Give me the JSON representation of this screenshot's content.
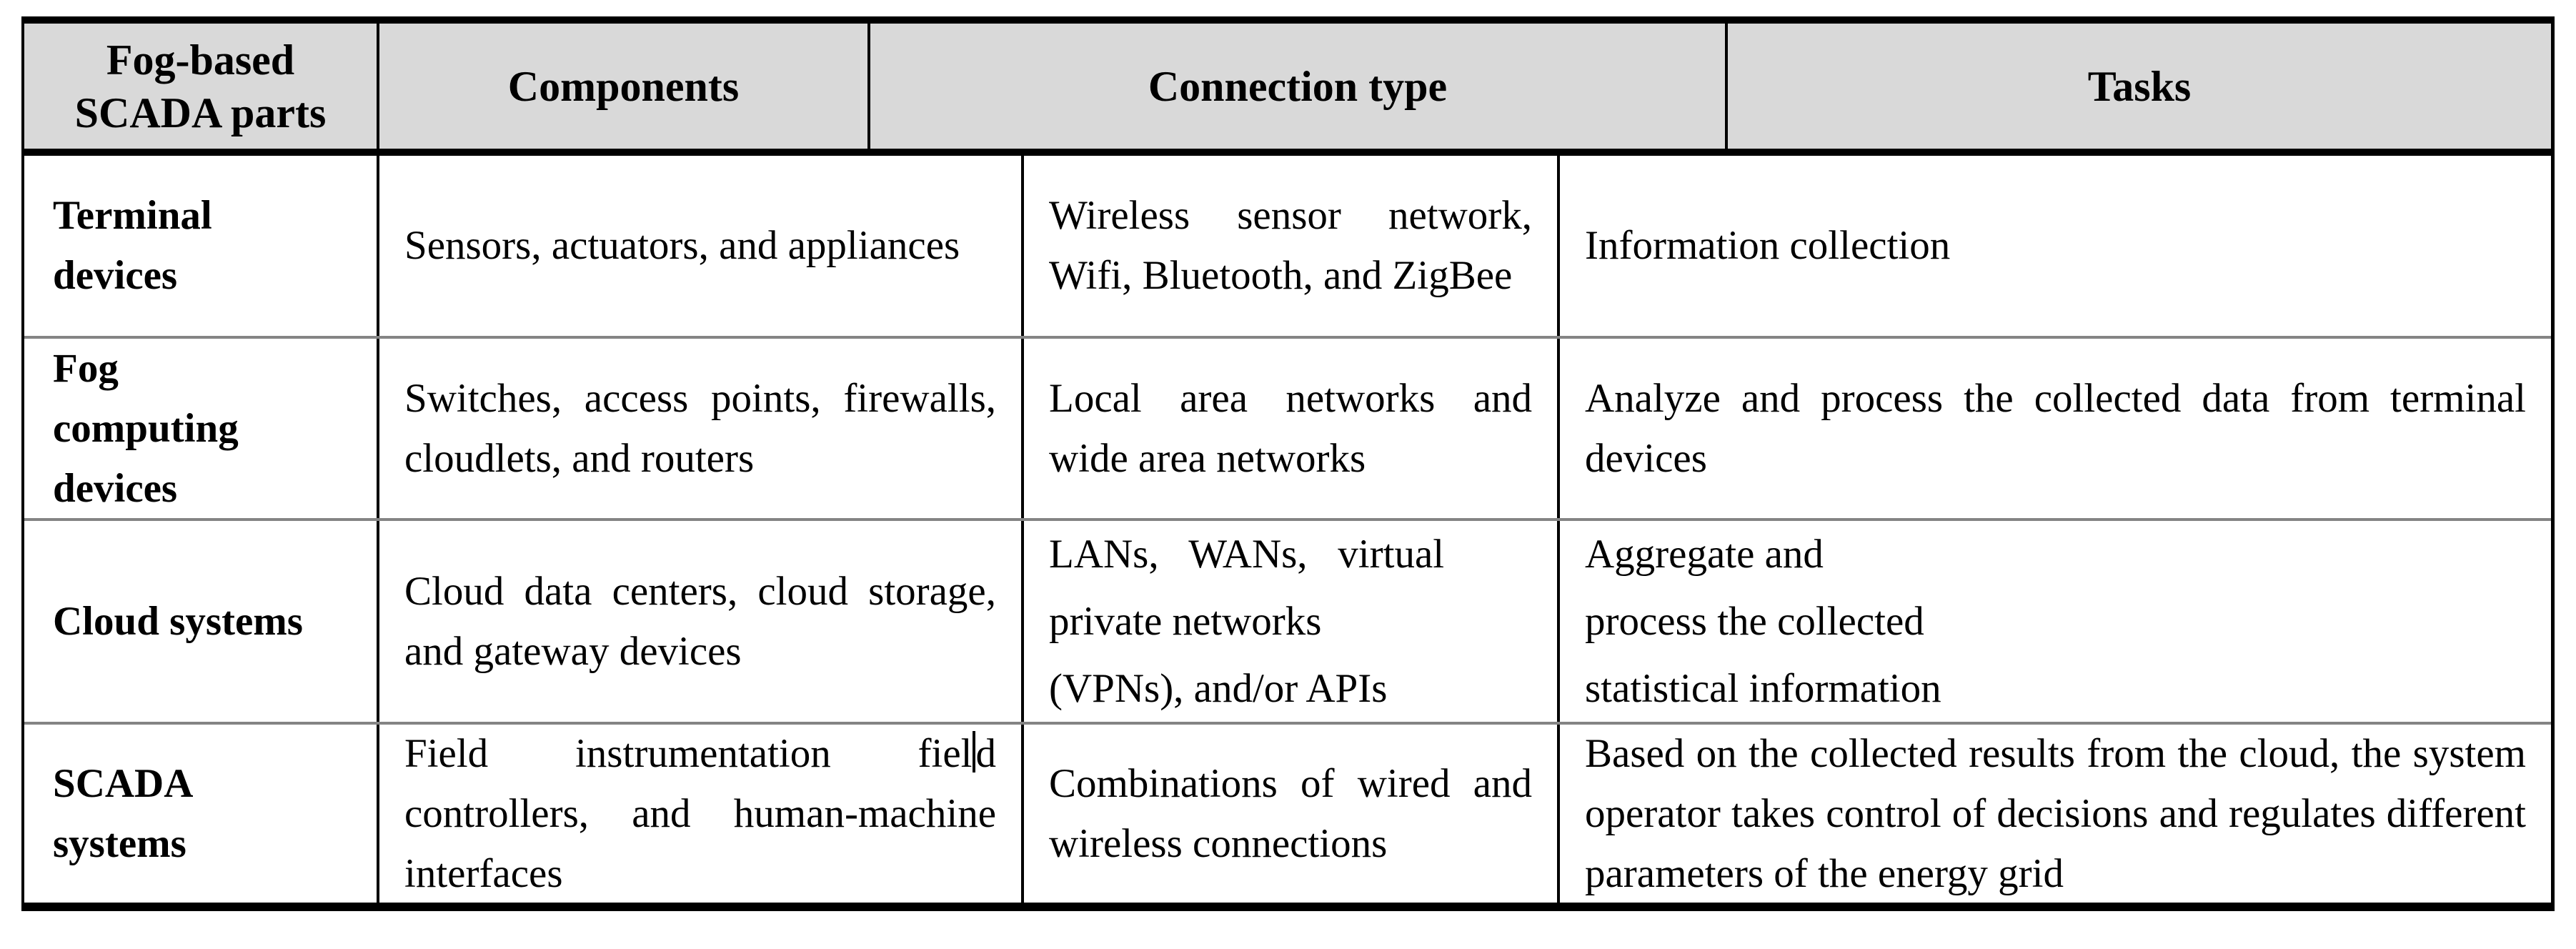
{
  "table": {
    "colors": {
      "header_bg": "#d9d9d9",
      "outer_border": "#000000",
      "row_divider": "#848484",
      "text": "#000000"
    },
    "headers": {
      "part": "Fog-based\nSCADA parts",
      "components": "Components",
      "connection": "Connection type",
      "tasks": "Tasks"
    },
    "rows": [
      {
        "part": "Terminal\ndevices",
        "components": "Sensors, actuators, and appliances",
        "connection": "Wireless sensor network, Wifi, Bluetooth, and ZigBee",
        "tasks": "Information collection"
      },
      {
        "part": "Fog\ncomputing\ndevices",
        "components": "Switches, access points, firewalls, cloudlets, and routers",
        "connection": "Local area networks and wide area networks",
        "tasks": "Analyze and process the collected data from terminal devices"
      },
      {
        "part": "Cloud systems",
        "components": "Cloud data centers, cloud storage, and gateway devices",
        "connection_lines": [
          "LANs, WANs, virtual",
          "private networks",
          "(VPNs), and/or APIs"
        ],
        "tasks_lines": [
          "Aggregate and",
          "process the collected",
          "statistical information"
        ]
      },
      {
        "part": "SCADA\nsystems",
        "components_before_caret": "Field instrumentation fiel",
        "components_after_caret": "d controllers, and human-machine interfaces",
        "connection": "Combinations of wired and wireless connections",
        "tasks": "Based on the collected results from the cloud, the system operator takes control of decisions and regulates different parameters of the energy grid"
      }
    ]
  }
}
